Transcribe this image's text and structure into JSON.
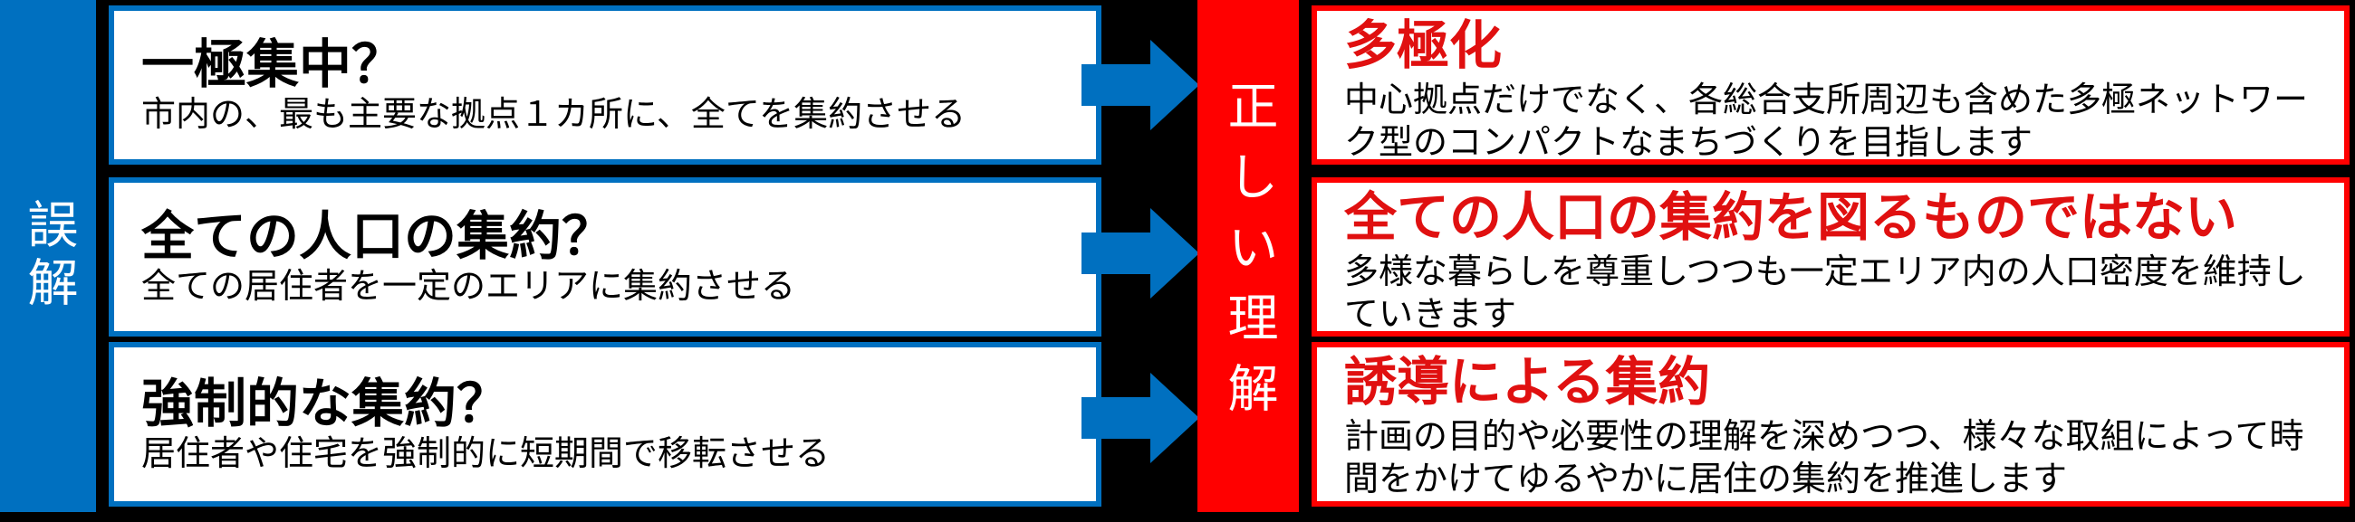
{
  "left_label": "誤解",
  "right_label": "正しい理解",
  "colors": {
    "blue": "#0070C0",
    "red": "#FF0000",
    "title_red": "#E01010",
    "background": "#000000"
  },
  "misconceptions": [
    {
      "title": "一極集中？",
      "subtitle": "市内の、最も主要な拠点１カ所に、全てを集約させる"
    },
    {
      "title": "全ての人口の集約？",
      "subtitle": "全ての居住者を一定のエリアに集約させる"
    },
    {
      "title": "強制的な集約？",
      "subtitle": "居住者や住宅を強制的に短期間で移転させる"
    }
  ],
  "correct": [
    {
      "title": "多極化",
      "body": "中心拠点だけでなく、各総合支所周辺も含めた多極ネットワーク型のコンパクトなまちづくりを目指します"
    },
    {
      "title": "全ての人口の集約を図るものではない",
      "body": "多様な暮らしを尊重しつつも一定エリア内の人口密度を維持していきます"
    },
    {
      "title": "誘導による集約",
      "body": "計画の目的や必要性の理解を深めつつ、様々な取組によって時間をかけてゆるやかに居住の集約を推進します"
    }
  ],
  "arrow_icon": "right-arrow-icon"
}
